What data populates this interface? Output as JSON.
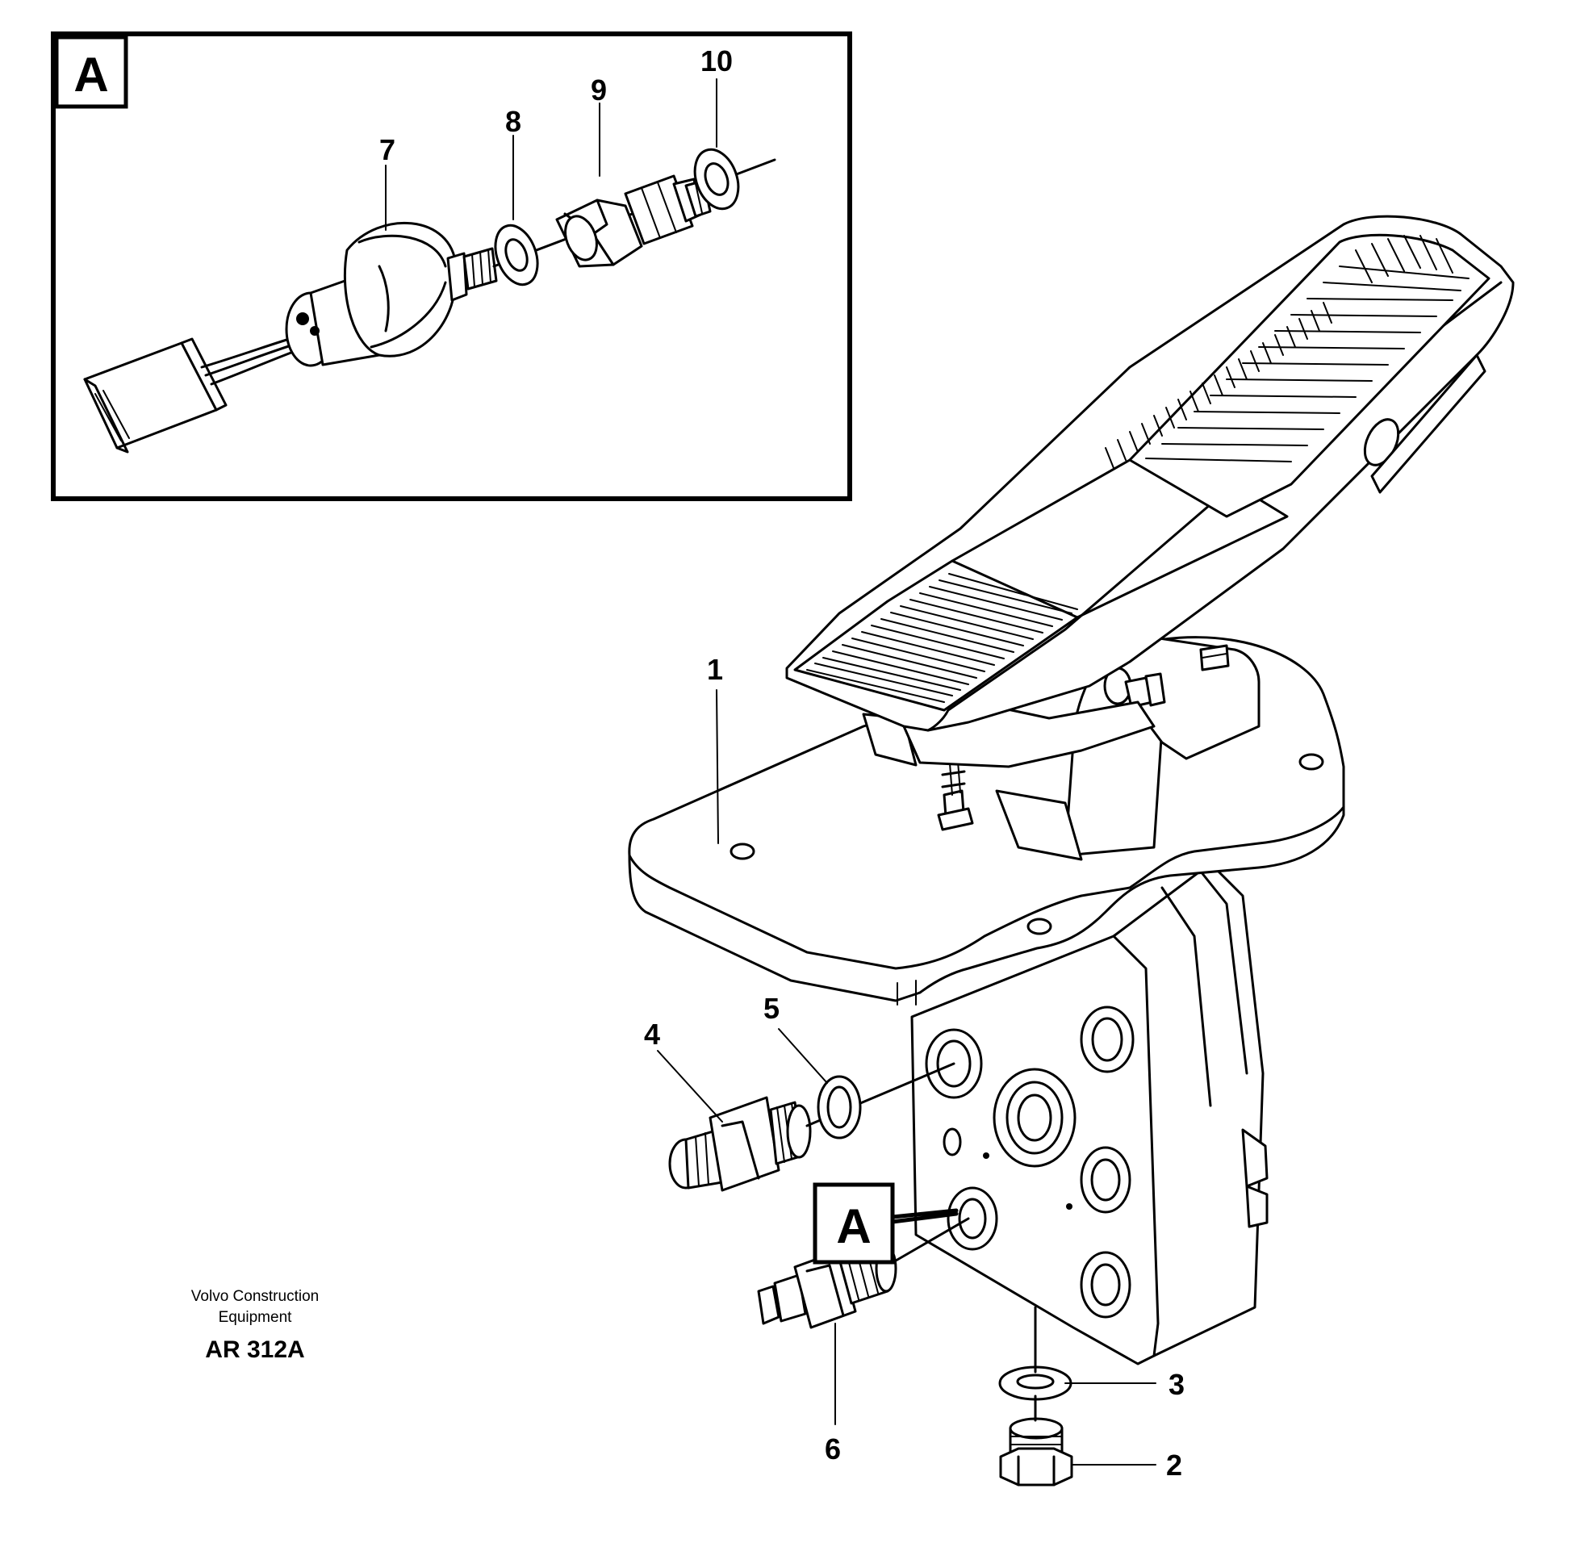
{
  "detail": {
    "ref": "A"
  },
  "callouts": {
    "c1": "1",
    "c2": "2",
    "c3": "3",
    "c4": "4",
    "c5": "5",
    "c6": "6",
    "c7": "7",
    "c8": "8",
    "c9": "9",
    "c10": "10"
  },
  "ref_marker": "A",
  "caption": {
    "line1": "Volvo Construction",
    "line2": "Equipment",
    "code": "AR 312A"
  }
}
